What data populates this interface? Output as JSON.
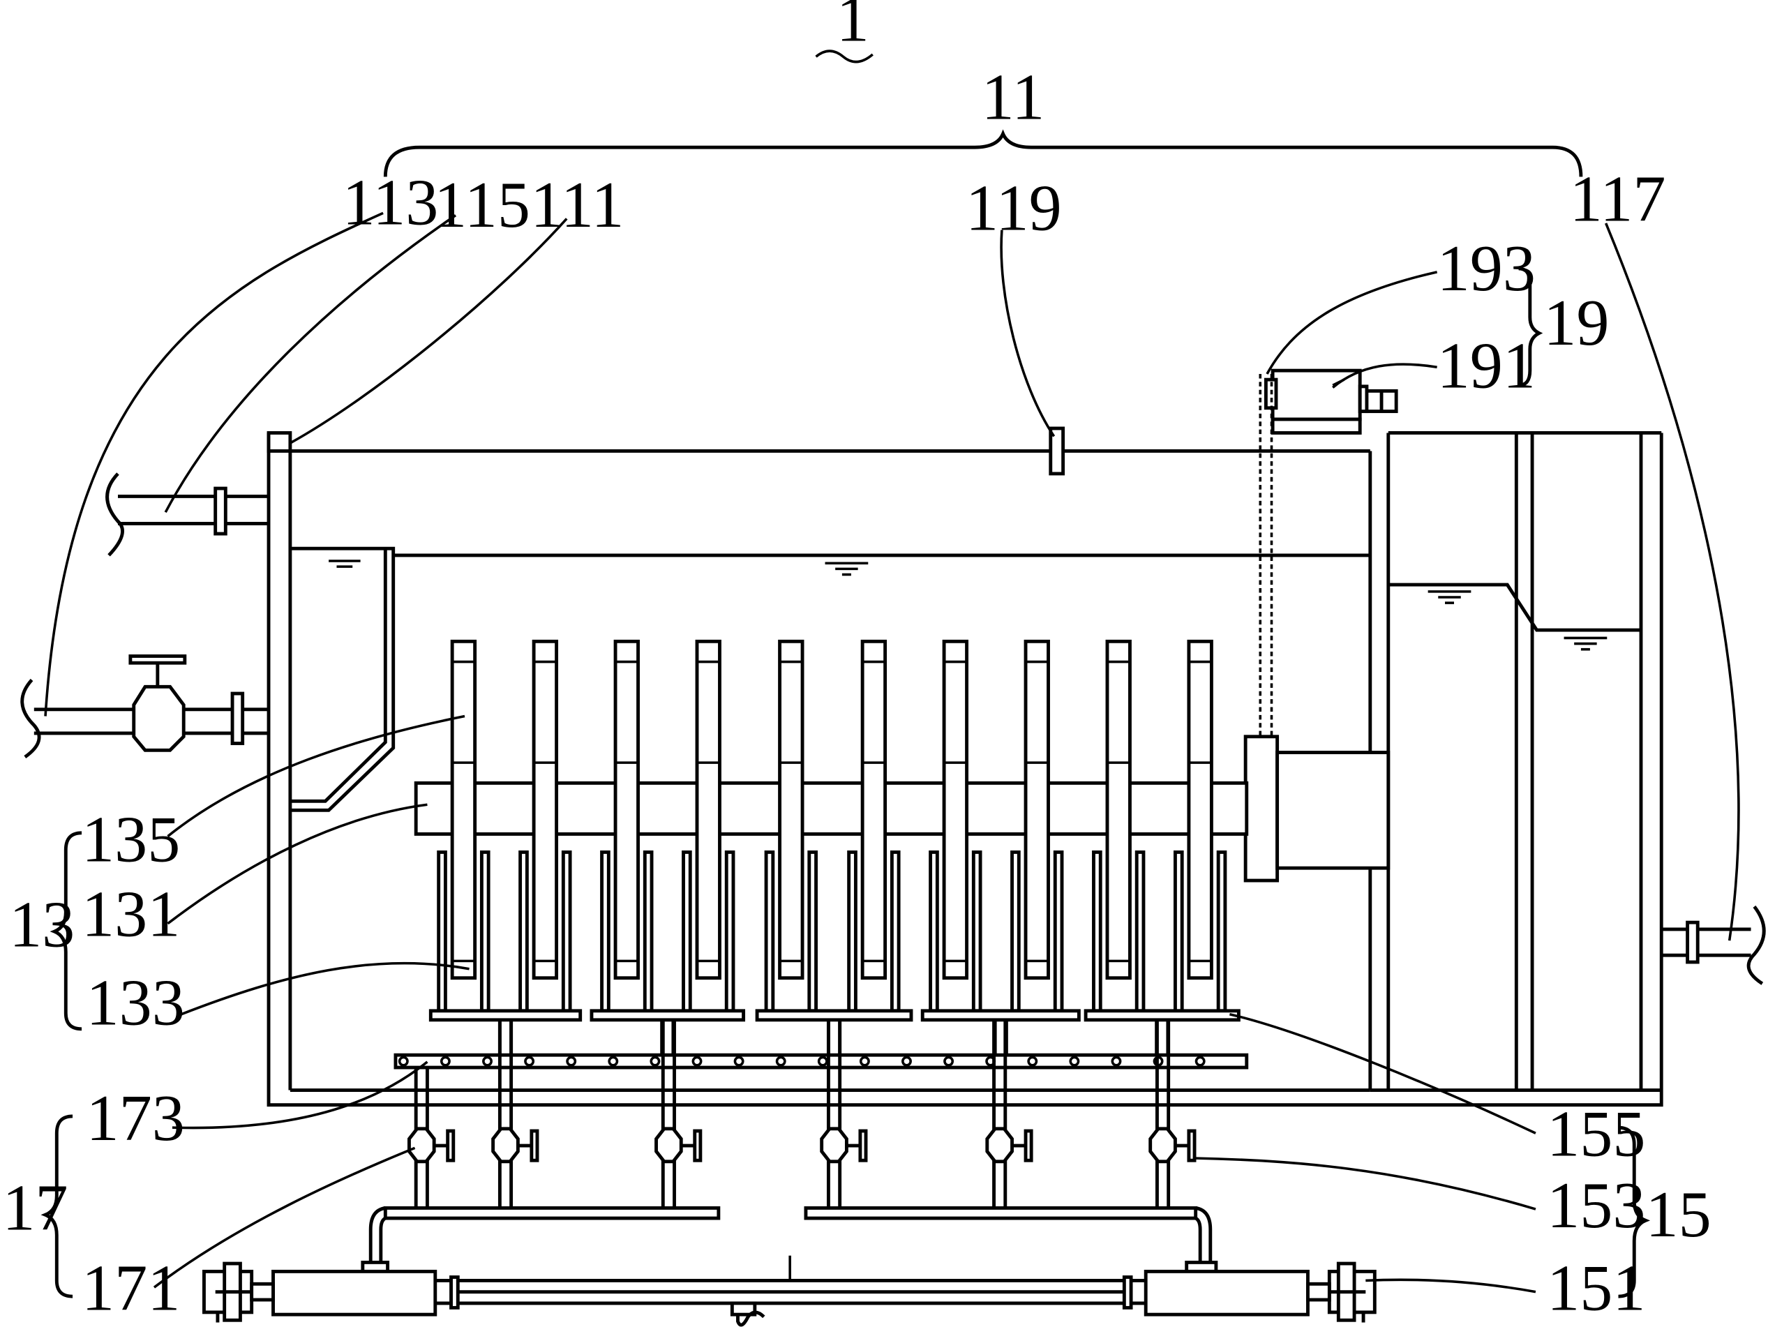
{
  "figure": {
    "number": "1",
    "labels": {
      "l11": "11",
      "l113": "113",
      "l115": "115",
      "l111": "111",
      "l119": "119",
      "l117": "117",
      "l193": "193",
      "l19": "19",
      "l191": "191",
      "l135": "135",
      "l131": "131",
      "l13": "13",
      "l133": "133",
      "l173": "173",
      "l17": "17",
      "l171": "171",
      "l155": "155",
      "l153": "153",
      "l15": "15",
      "l151": "151"
    }
  }
}
